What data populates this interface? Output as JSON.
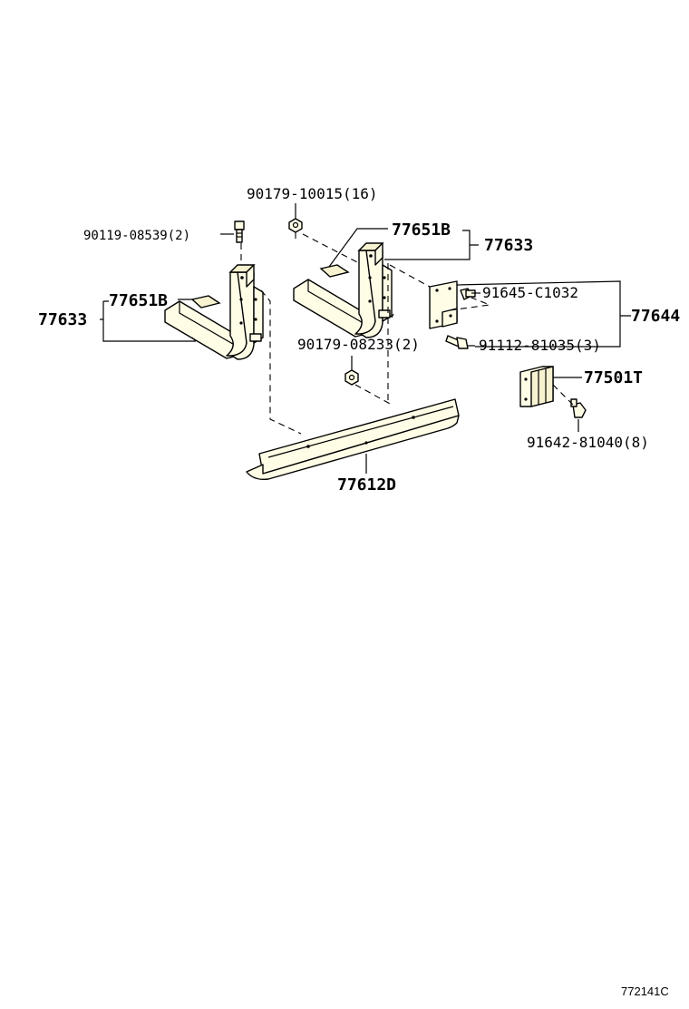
{
  "labels": {
    "p_90179_10015": "90179-10015(16)",
    "p_90119_08539": "90119-08539(2)",
    "p_77651B_left": "77651B",
    "p_77633_left": "77633",
    "p_77651B_right": "77651B",
    "p_77633_right": "77633",
    "p_91645_C1032": "91645-C1032",
    "p_77644": "77644",
    "p_90179_08233": "90179-08233(2)",
    "p_91112_81035": "91112-81035(3)",
    "p_77501T": "77501T",
    "p_91642_81040": "91642-81040(8)",
    "p_77612D": "77612D"
  },
  "figure_id": "772141C"
}
